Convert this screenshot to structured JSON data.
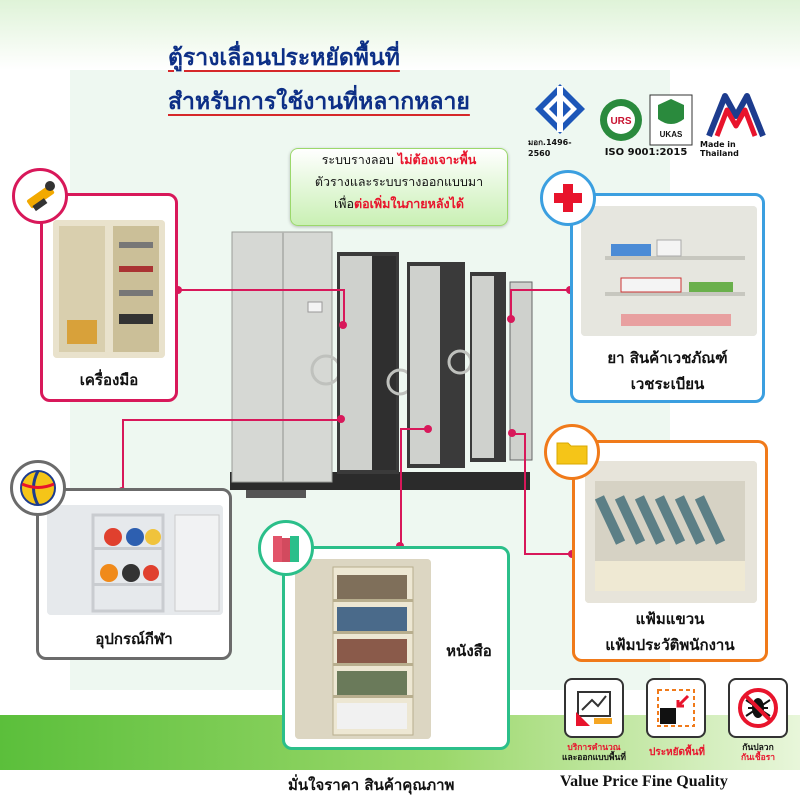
{
  "header": {
    "title_line1": "ตู้รางเลื่อนประหยัดพื้นที่",
    "title_line2": "สำหรับการใช้งานที่หลากหลาย"
  },
  "certifications": {
    "tis_label": "มอก.1496-2560",
    "iso_label": "ISO 9001:2015",
    "made_label": "Made in Thailand"
  },
  "info": {
    "line1_plain": "ระบบรางลอบ",
    "line1_red": "ไม่ต้องเจาะพื้น",
    "line2": "ตัวรางและระบบรางออกแบบมา",
    "line3_plain": "เพื่อ",
    "line3_red": "ต่อเพิ่มในภายหลังได้"
  },
  "categories": {
    "tools": "เครื่องมือ",
    "medicine_line1": "ยา  สินค้าเวชภัณฑ์",
    "medicine_line2": "เวชระเบียน",
    "sports": "อุปกรณ์กีฬา",
    "books": "หนังสือ",
    "files_line1": "แฟ้มแขวน",
    "files_line2": "แฟ้มประวัติพนักงาน"
  },
  "features": {
    "design_line1": "บริการคำนวณ",
    "design_line2": "และออกแบบพื้นที่",
    "save_space": "ประหยัดพื้นที่",
    "pest_line1": "กันปลวก",
    "pest_line2": "กันเชื้อรา"
  },
  "footer": {
    "thai": "มั่นใจราคา  สินค้าคุณภาพ",
    "english": "Value Price  Fine Quality"
  },
  "colors": {
    "tools": "#d8185a",
    "medicine": "#3b9fe0",
    "sports": "#6b6b6b",
    "books": "#2bbf8a",
    "files": "#f07a1a",
    "title": "#0d2f86",
    "accent_red": "#e8142c"
  }
}
